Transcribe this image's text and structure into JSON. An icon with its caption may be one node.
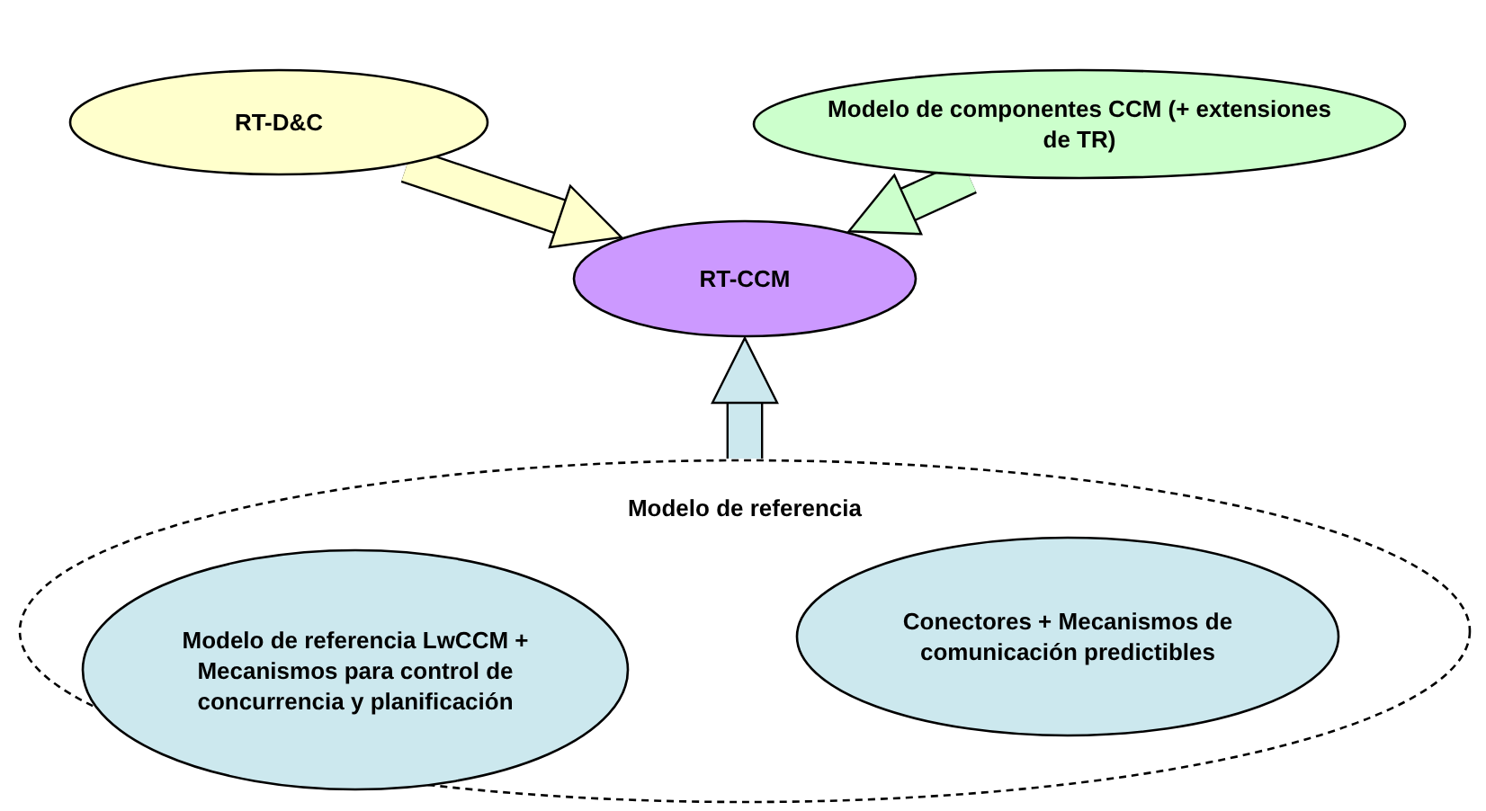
{
  "diagram": {
    "nodes": [
      {
        "text": [
          "RT-D&C"
        ]
      },
      {
        "text": [
          "Modelo de componentes CCM (+ extensiones de TR)"
        ]
      },
      {
        "text": [
          "RT-CCM"
        ]
      },
      {
        "text": [
          "Modelo de referencia"
        ]
      },
      {
        "text": [
          "Modelo de referencia LwCCM + Mecanismos para control de concurrencia y planificación"
        ],
        "in": 3
      },
      {
        "text": [
          "Conectores + Mecanismos de comunicación predictibles"
        ],
        "in": 3
      }
    ],
    "edges": [
      {
        "from": 0,
        "to": 2,
        "arrow": "to",
        "color": "#ffffcc"
      },
      {
        "from": 1,
        "to": 2,
        "arrow": "to",
        "color": "#ccffcc"
      },
      {
        "from": 3,
        "to": 2,
        "arrow": "to",
        "color": "#cce8ee"
      }
    ]
  }
}
